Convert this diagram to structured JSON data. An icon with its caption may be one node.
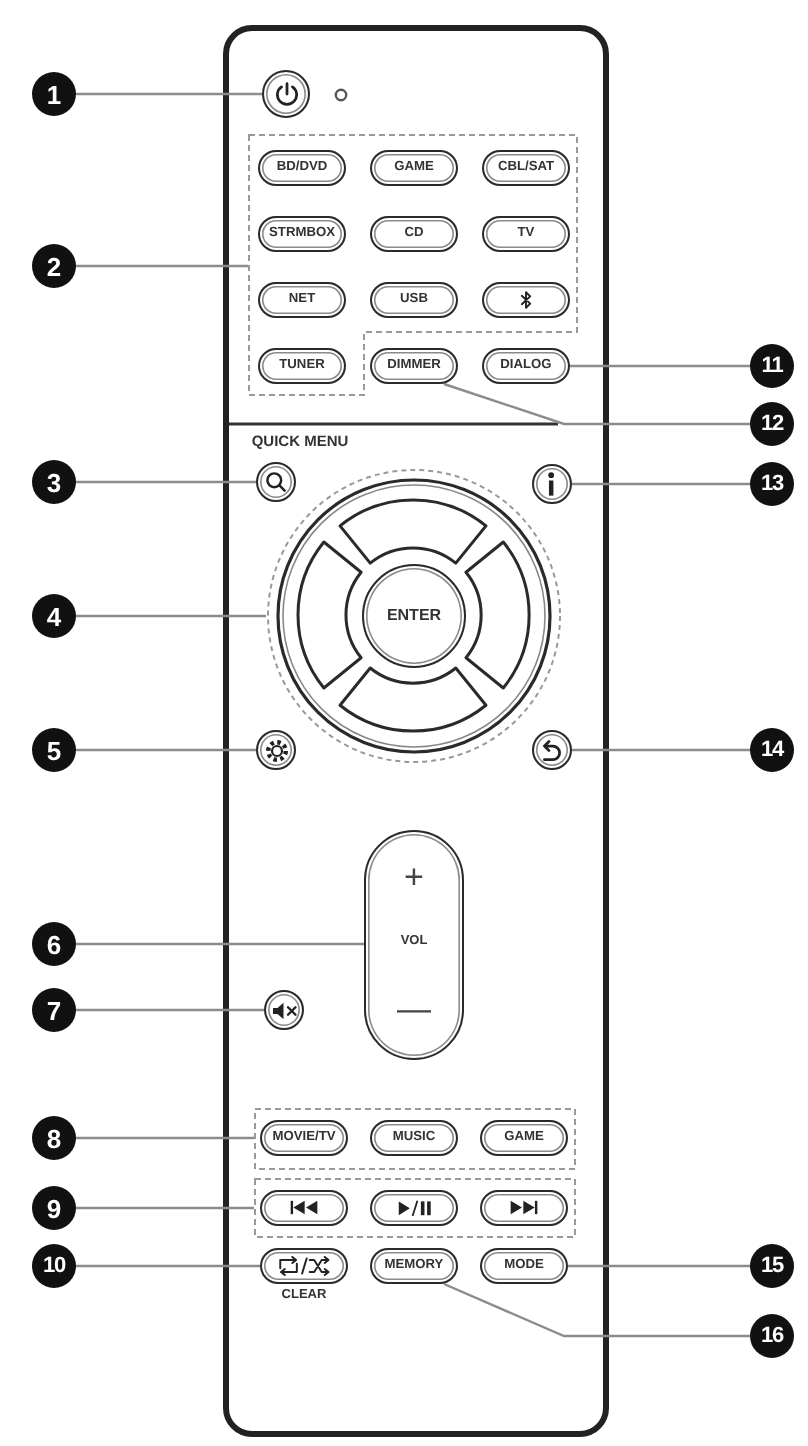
{
  "diagram": {
    "nodes": [
      {
        "text": [
          "1"
        ]
      },
      {
        "text": [],
        "shape": "circle"
      },
      {
        "text": [
          "2"
        ]
      },
      {
        "text": [],
        "shape": "box"
      },
      {
        "text": [
          "BD/DVD"
        ],
        "in": 3
      },
      {
        "text": [
          "GAME"
        ],
        "in": 3
      },
      {
        "text": [
          "CBL/SAT"
        ],
        "in": 3
      },
      {
        "text": [
          "STRMBOX"
        ],
        "in": 3
      },
      {
        "text": [
          "CD"
        ],
        "in": 3
      },
      {
        "text": [
          "TV"
        ],
        "in": 3
      },
      {
        "text": [
          "NET"
        ],
        "in": 3
      },
      {
        "text": [
          "USB"
        ],
        "in": 3
      },
      {
        "text": [],
        "shape": "box",
        "in": 3
      },
      {
        "text": [
          "TUNER"
        ],
        "in": 3
      },
      {
        "text": [
          "DIMMER"
        ]
      },
      {
        "text": [
          "DIALOG"
        ]
      },
      {
        "text": [
          "11"
        ]
      },
      {
        "text": [
          "12"
        ]
      },
      {
        "text": [
          "3"
        ]
      },
      {
        "text": [],
        "shape": "circle",
        "beside": [
          "QUICK MENU"
        ]
      },
      {
        "text": [],
        "shape": "circle"
      },
      {
        "text": [
          "13"
        ]
      },
      {
        "text": [
          "4"
        ]
      },
      {
        "text": [],
        "shape": "circle"
      },
      {
        "text": [],
        "shape": "arc",
        "in": 23
      },
      {
        "text": [],
        "shape": "arc",
        "in": 23
      },
      {
        "text": [
          "ENTER"
        ],
        "in": 23
      },
      {
        "text": [],
        "shape": "arc",
        "in": 23
      },
      {
        "text": [],
        "shape": "arc",
        "in": 23
      },
      {
        "text": [
          "5"
        ]
      },
      {
        "text": [],
        "shape": "circle"
      },
      {
        "text": [],
        "shape": "circle"
      },
      {
        "text": [
          "14"
        ]
      },
      {
        "text": [
          "6"
        ]
      },
      {
        "text": [
          "+",
          "VOL",
          "—"
        ]
      },
      {
        "text": [
          "7"
        ]
      },
      {
        "text": [],
        "shape": "circle"
      },
      {
        "text": [
          "8"
        ]
      },
      {
        "text": [],
        "shape": "box"
      },
      {
        "text": [
          "MOVIE/TV"
        ],
        "in": 38
      },
      {
        "text": [
          "MUSIC"
        ],
        "in": 38
      },
      {
        "text": [
          "GAME"
        ],
        "in": 38
      },
      {
        "text": [
          "9"
        ]
      },
      {
        "text": [],
        "shape": "box"
      },
      {
        "text": [],
        "shape": "box",
        "in": 43
      },
      {
        "text": [],
        "shape": "box",
        "in": 43
      },
      {
        "text": [],
        "shape": "box",
        "in": 43
      },
      {
        "text": [
          "10"
        ]
      },
      {
        "text": [],
        "shape": "box",
        "beside": [
          "CLEAR"
        ]
      },
      {
        "text": [
          "MEMORY"
        ]
      },
      {
        "text": [
          "MODE"
        ]
      },
      {
        "text": [
          "15"
        ]
      },
      {
        "text": [
          "16"
        ]
      }
    ],
    "edges": [
      {
        "from": 0,
        "to": 1,
        "arrow": "none"
      },
      {
        "from": 2,
        "to": 3,
        "arrow": "none"
      },
      {
        "from": 16,
        "to": 15,
        "arrow": "none"
      },
      {
        "from": 17,
        "to": 14,
        "arrow": "none"
      },
      {
        "from": 18,
        "to": 19,
        "arrow": "none"
      },
      {
        "from": 21,
        "to": 20,
        "arrow": "none"
      },
      {
        "from": 22,
        "to": 23,
        "arrow": "none"
      },
      {
        "from": 29,
        "to": 30,
        "arrow": "none"
      },
      {
        "from": 32,
        "to": 31,
        "arrow": "none"
      },
      {
        "from": 33,
        "to": 34,
        "arrow": "none"
      },
      {
        "from": 35,
        "to": 36,
        "arrow": "none"
      },
      {
        "from": 37,
        "to": 38,
        "arrow": "none"
      },
      {
        "from": 42,
        "to": 43,
        "arrow": "none"
      },
      {
        "from": 47,
        "to": 48,
        "arrow": "none"
      },
      {
        "from": 51,
        "to": 50,
        "arrow": "none"
      },
      {
        "from": 52,
        "to": 49,
        "arrow": "none"
      }
    ]
  }
}
